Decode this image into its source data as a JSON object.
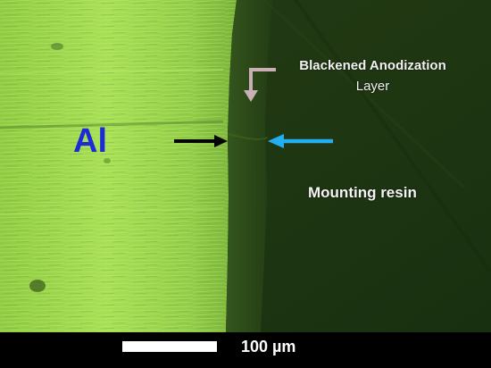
{
  "labels": {
    "aluminum": "Al",
    "anodization_line1": "Blackened Anodization",
    "anodization_line2": "Layer",
    "resin": "Mounting resin",
    "scale": "100 µm"
  },
  "colors": {
    "aluminum_label": "#1c2bd6",
    "aluminum_surface": "#9ed84a",
    "anodization_layer": "#2e4a18",
    "mounting_resin": "#1f3712",
    "black_arrow": "#050505",
    "blue_arrow": "#22aef0",
    "pink_arrow": "#c8b0b4",
    "scale_strip": "#000000",
    "scale_bar": "#ffffff"
  },
  "icons": {
    "black_arrow": "arrow-right-icon",
    "blue_arrow": "arrow-left-icon",
    "pink_arrow": "arrow-down-left-icon"
  }
}
